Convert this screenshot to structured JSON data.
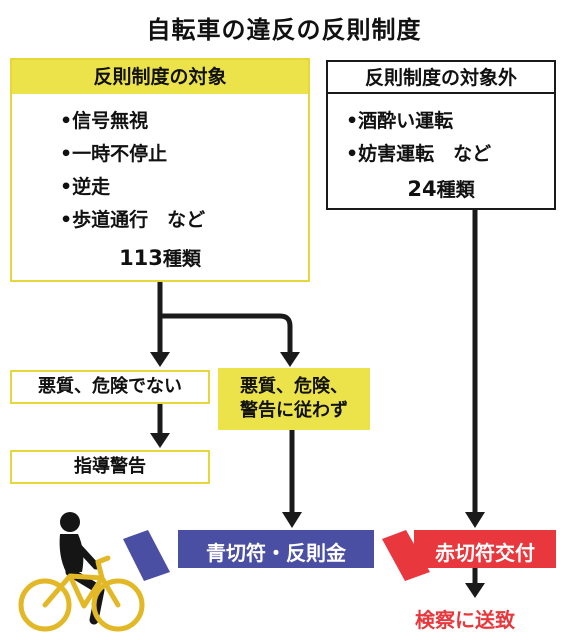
{
  "title": "自転車の違反の反則制度",
  "left_box": {
    "header": "反則制度の対象",
    "items": [
      "•信号無視",
      "•一時不停止",
      "•逆走",
      "•歩道通行　など"
    ],
    "count_number": "113",
    "count_unit": "種類"
  },
  "right_box": {
    "header": "反則制度の対象外",
    "items": [
      "•酒酔い運転",
      "•妨害運転　など"
    ],
    "count_number": "24",
    "count_unit": "種類"
  },
  "not_serious": "悪質、危険でない",
  "serious_line1": "悪質、危険、",
  "serious_line2": "警告に従わず",
  "guidance": "指導警告",
  "blue_ticket": "青切符・反則金",
  "red_ticket": "赤切符交付",
  "prosecutor": "検察に送致",
  "colors": {
    "yellow": "#ece34a",
    "blue": "#4b4fa3",
    "red": "#e8383d",
    "line": "#1a1a1a",
    "cyclist_body": "#151515",
    "bicycle": "#e3b826"
  }
}
